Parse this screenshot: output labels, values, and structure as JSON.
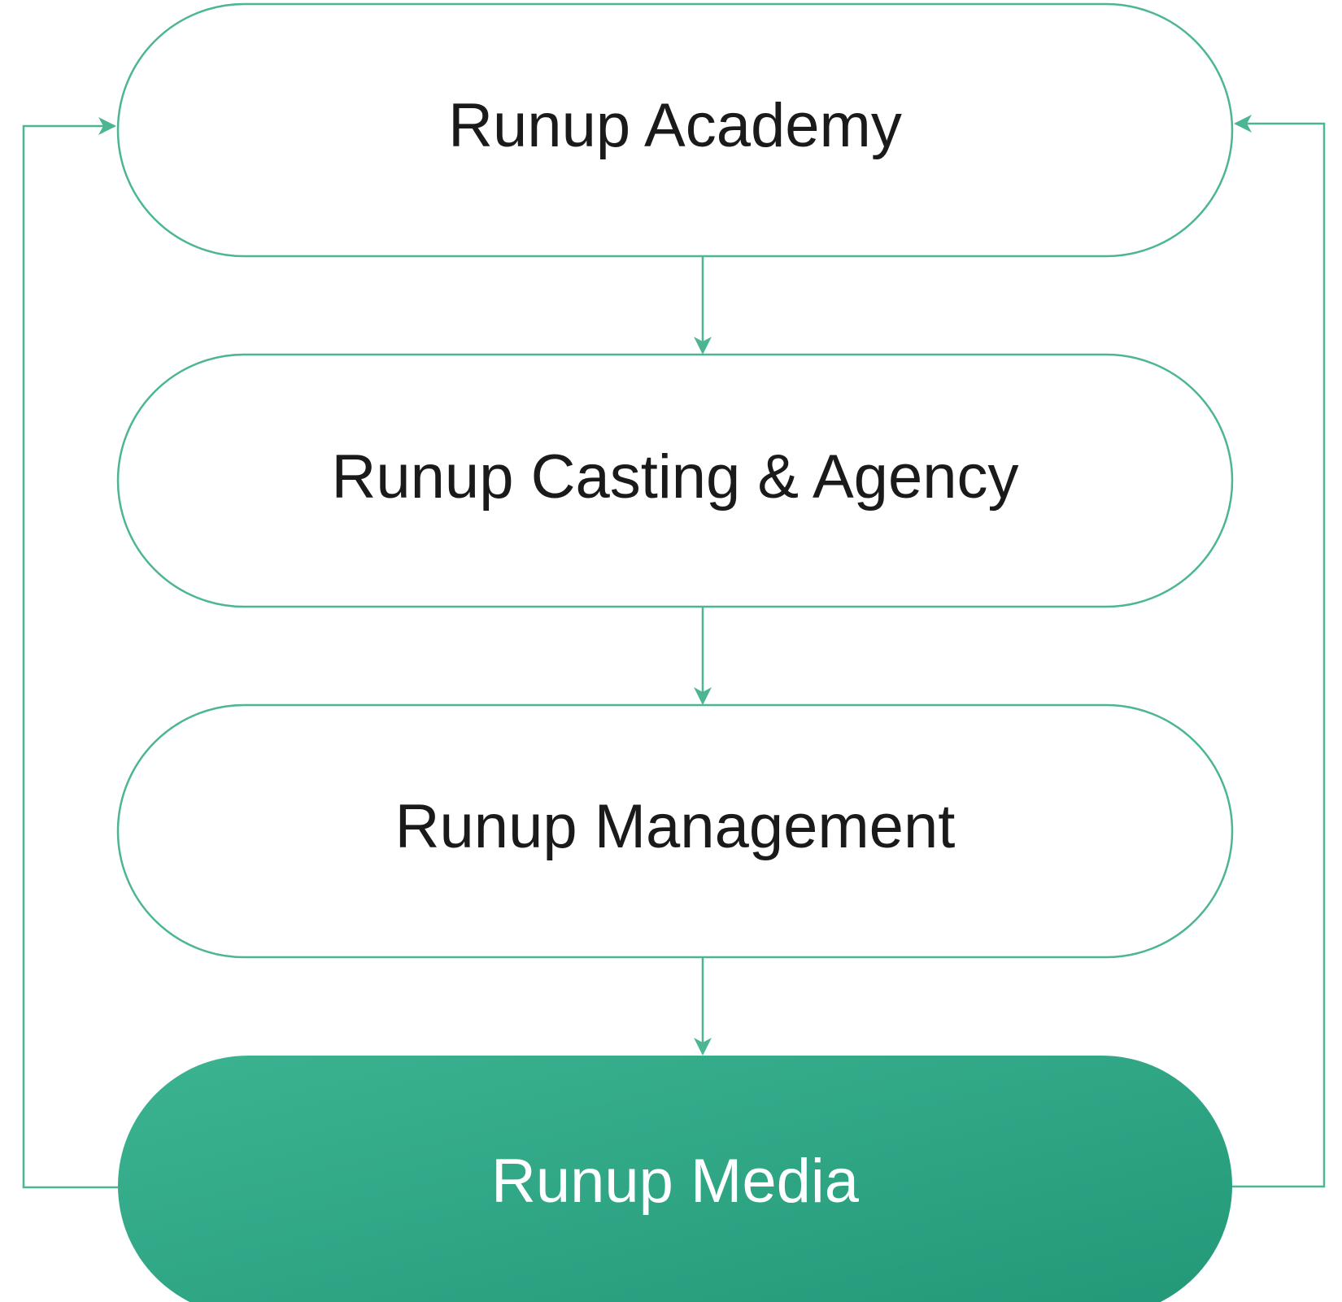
{
  "diagram": {
    "nodes": [
      {
        "label": "Runup Academy"
      },
      {
        "label": "Runup Casting & Agency"
      },
      {
        "label": "Runup Management"
      },
      {
        "label": "Runup Media"
      }
    ],
    "colors": {
      "accent": "#35ad8b",
      "accent_dark": "#259b7d",
      "outline": "#4cb594",
      "text": "#1a1a1a",
      "text_on_accent": "#ffffff",
      "background": "#ffffff"
    }
  }
}
